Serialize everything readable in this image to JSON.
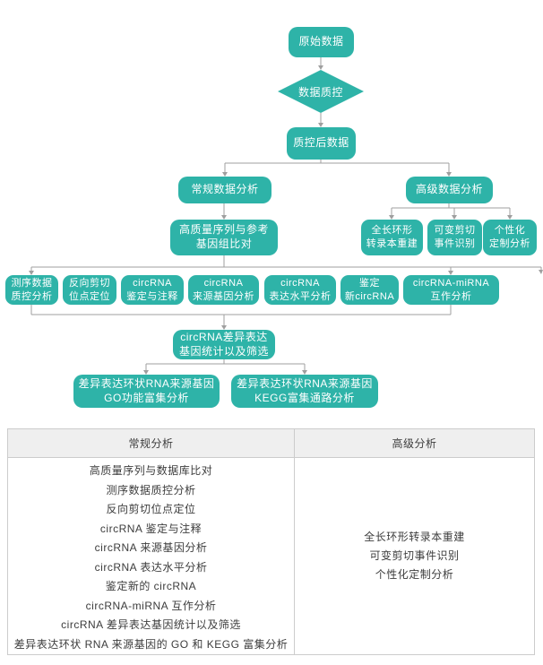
{
  "colors": {
    "node_fill": "#2eb3a8",
    "node_text": "#ffffff",
    "connector": "#9f9f9f",
    "table_header_bg": "#efefef",
    "table_border": "#cccccc",
    "table_text": "#3c3c3c"
  },
  "flowchart": {
    "raw_data": "原始数据",
    "data_qc": "数据质控",
    "post_qc_data": "质控后数据",
    "regular_analysis": "常规数据分析",
    "advanced_analysis": "高级数据分析",
    "hq_align": "高质量序列与参考\n基因组比对",
    "full_length_rebuild": "全长环形\n转录本重建",
    "alt_splice": "可变剪切\n事件识别",
    "custom_analysis": "个性化\n定制分析",
    "seq_qc": "测序数据\n质控分析",
    "back_splice": "反向剪切\n位点定位",
    "ident_annot": "circRNA\n鉴定与注释",
    "source_gene": "circRNA\n来源基因分析",
    "expr_level": "circRNA\n表达水平分析",
    "novel_circ": "鉴定\n新circRNA",
    "mirna_interact": "circRNA-miRNA\n互作分析",
    "diff_expr": "circRNA差异表达\n基因统计以及筛选",
    "go_enrich": "差异表达环状RNA来源基因\nGO功能富集分析",
    "kegg_enrich": "差异表达环状RNA来源基因\nKEGG富集通路分析"
  },
  "table": {
    "headers": [
      "常规分析",
      "高级分析"
    ],
    "regular_items": [
      "高质量序列与数据库比对",
      "测序数据质控分析",
      "反向剪切位点定位",
      "circRNA 鉴定与注释",
      "circRNA 来源基因分析",
      "circRNA 表达水平分析",
      "鉴定新的 circRNA",
      "circRNA-miRNA 互作分析",
      "circRNA 差异表达基因统计以及筛选",
      "差异表达环状 RNA 来源基因的 GO 和 KEGG 富集分析"
    ],
    "advanced_items": [
      "全长环形转录本重建",
      "可变剪切事件识别",
      "个性化定制分析"
    ]
  }
}
